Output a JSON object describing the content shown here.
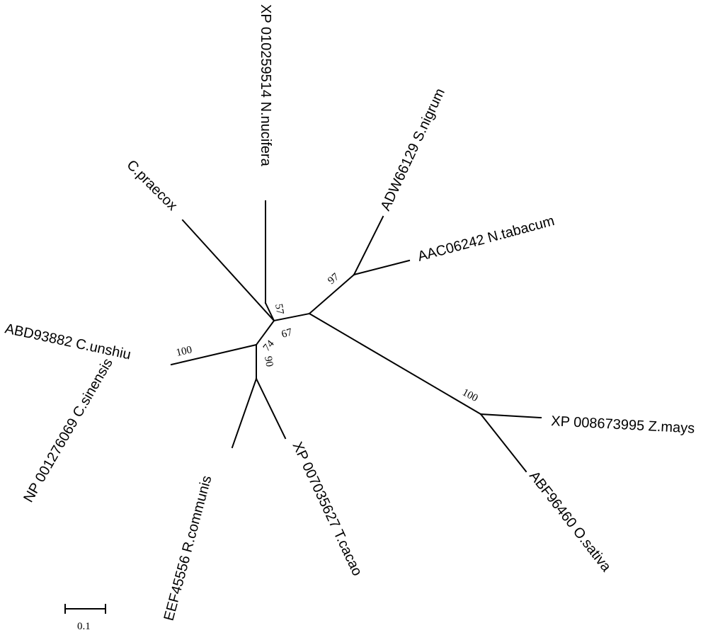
{
  "tree": {
    "taxa": {
      "nucifera": "XP 010259514 N.nucifera",
      "praecox": "C.praecox",
      "nigrum": "ADW66129 S.nigrum",
      "tabacum": "AAC06242 N.tabacum",
      "unshiu": "ABD93882 C.unshiu",
      "sinensis": "NP 001276069 C.sinensis",
      "communis": "EEF45556 R.communis",
      "cacao": "XP 007035627 T.cacao",
      "mays": "XP 008673995 Z.mays",
      "sativa": "ABF96460 O.sativa"
    },
    "bootstrap": {
      "b57": "57",
      "b97": "97",
      "b74": "74",
      "b67": "67",
      "b100_citrus": "100",
      "b90": "90",
      "b100_grass": "100"
    }
  },
  "scale_bar": {
    "label": "0.1"
  }
}
